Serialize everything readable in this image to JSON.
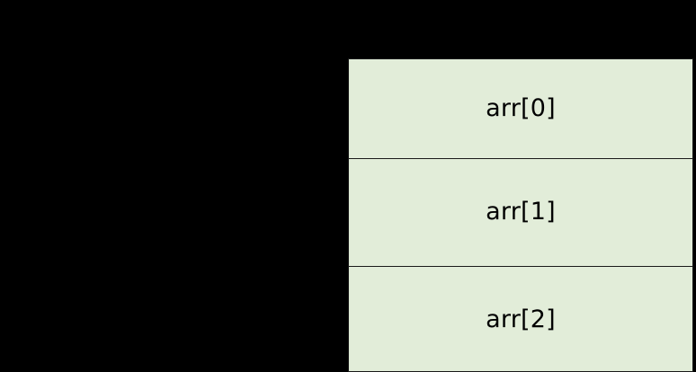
{
  "diagram": {
    "type": "array-memory-layout",
    "background_color": "#000000",
    "cell_fill_color": "#e2edd9",
    "cell_border_color": "#1a1a1a",
    "label_color": "#000000",
    "cells": [
      {
        "label": "arr[0]",
        "index": 0
      },
      {
        "label": "arr[1]",
        "index": 1
      },
      {
        "label": "arr[2]",
        "index": 2
      }
    ]
  }
}
